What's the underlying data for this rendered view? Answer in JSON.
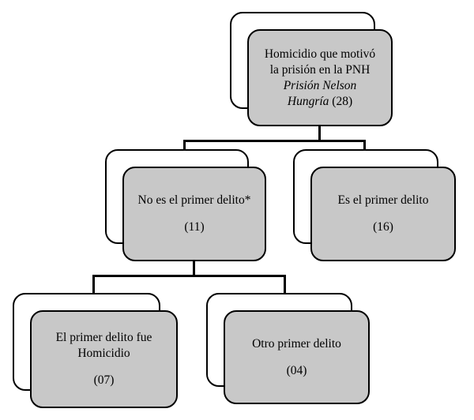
{
  "diagram": {
    "colors": {
      "box_fill": "#c8c8c8",
      "box_border": "#000000",
      "background": "#ffffff",
      "connector": "#000000"
    },
    "nodes": {
      "root": {
        "line1": "Homicidio que motivó",
        "line2": "la prisión en la PNH",
        "line3_italic": "Prisión Nelson",
        "line4_italic": "Hungría",
        "line4_count": "(28)"
      },
      "left": {
        "label": "No es el primer delito*",
        "count": "(11)"
      },
      "right": {
        "label": "Es el primer delito",
        "count": "(16)"
      },
      "grandchild_left": {
        "label": "El primer delito fue Homicidio",
        "count": "(07)"
      },
      "grandchild_right": {
        "label": "Otro primer delito",
        "count": "(04)"
      }
    }
  }
}
